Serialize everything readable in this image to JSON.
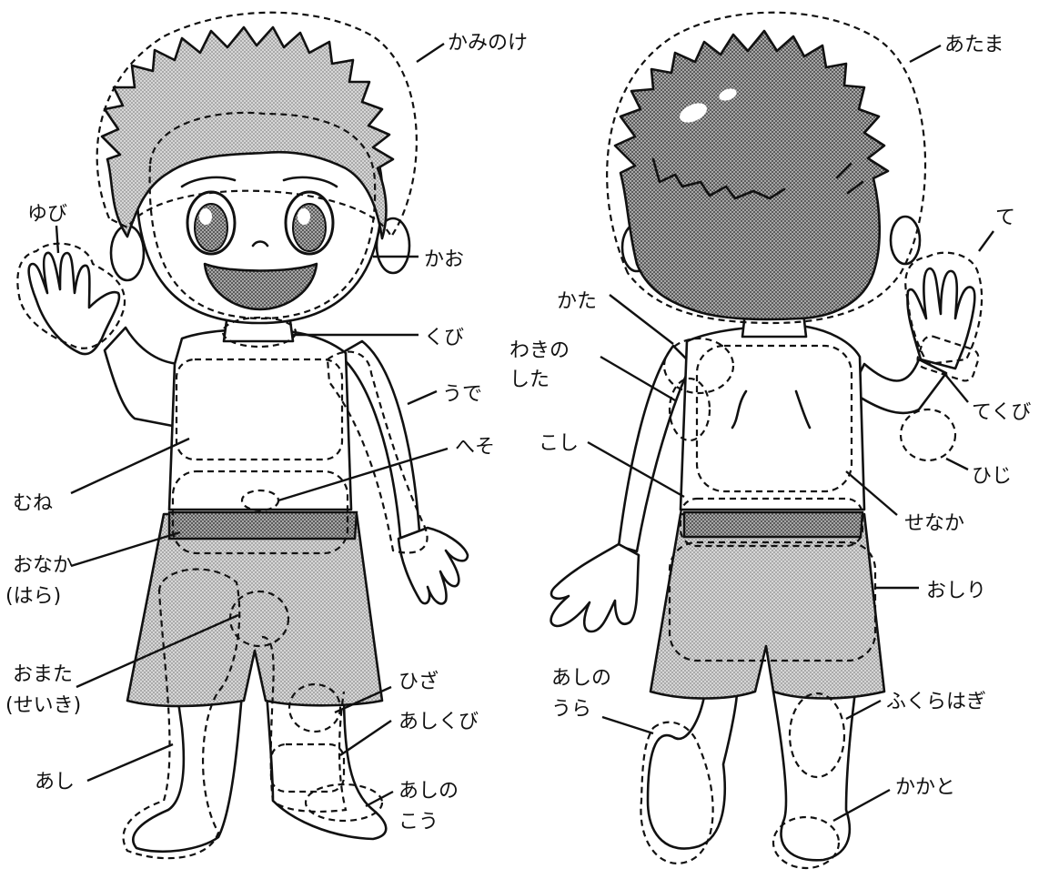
{
  "labels": {
    "front": {
      "kaminoke": "かみのけ",
      "yubi": "ゆび",
      "kao": "かお",
      "kubi": "くび",
      "ude": "うで",
      "heso": "へそ",
      "mune": "むね",
      "onaka_1": "おなか",
      "onaka_2": "(はら)",
      "omata_1": "おまた",
      "omata_2": "(せいき)",
      "hiza": "ひざ",
      "ashi": "あし",
      "ashikubi": "あしくび",
      "ashinokou_1": "あしの",
      "ashinokou_2": "こう"
    },
    "back": {
      "atama": "あたま",
      "te": "て",
      "kata": "かた",
      "wakinoshita_1": "わきの",
      "wakinoshita_2": "した",
      "tekubi": "てくび",
      "koshi": "こし",
      "hiji": "ひじ",
      "senaka": "せなか",
      "oshiri": "おしり",
      "ashinoura_1": "あしの",
      "ashinoura_2": "うら",
      "fukurahagi": "ふくらはぎ",
      "kakato": "かかと"
    }
  }
}
